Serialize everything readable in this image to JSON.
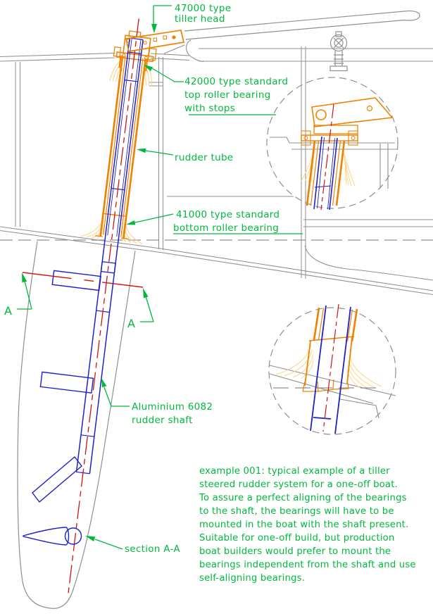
{
  "colors": {
    "green": "#00b93c",
    "orange": "#ee8200",
    "tan": "#fcd58a",
    "blue": "#2020c8",
    "red": "#cc1616",
    "gray": "#8f8f8f"
  },
  "annotations": {
    "tiller_head": {
      "line1": "47000 type",
      "line2": "tiller head"
    },
    "top_bearing": {
      "line1": "42000 type standard",
      "line2": "top roller bearing",
      "line3": "with stops"
    },
    "rudder_tube": {
      "label": "rudder tube"
    },
    "bottom_bearing": {
      "line1": "41000 type standard",
      "line2": "bottom roller bearing"
    },
    "rudder_shaft": {
      "line1": "Aluminium 6082",
      "line2": "rudder shaft"
    },
    "section": {
      "label": "section A-A",
      "marker_left": "A",
      "marker_right": "A"
    }
  },
  "description": {
    "lines": [
      "example 001: typical example of a tiller",
      "steered rudder system for a one-off boat.",
      "To assure a perfect aligning of the bearings",
      "to the shaft, the bearings will have to be",
      "mounted in the boat with the shaft present.",
      "Suitable for one-off build, but production",
      "boat builders would prefer to mount the",
      "bearings independent from the shaft and use",
      "self-aligning bearings."
    ]
  }
}
